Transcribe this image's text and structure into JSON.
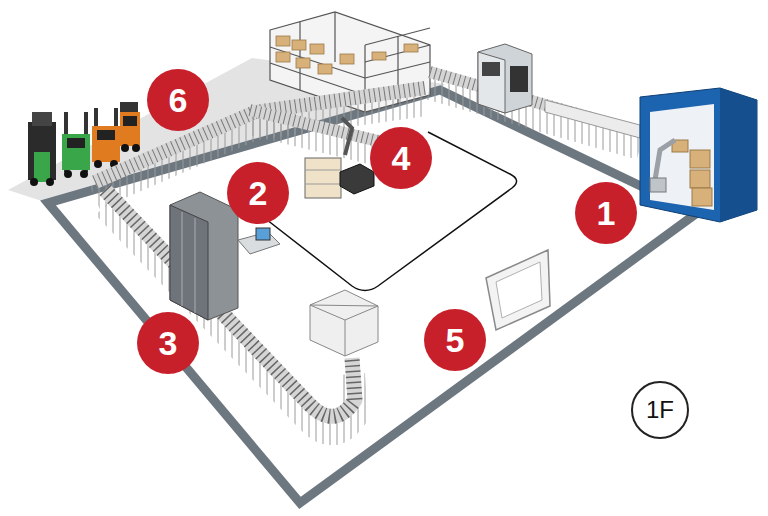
{
  "diagram": {
    "nodes": [
      {
        "text": [
          "1"
        ]
      },
      {
        "text": [
          "2"
        ]
      },
      {
        "text": [
          "3"
        ]
      },
      {
        "text": [
          "4"
        ]
      },
      {
        "text": [
          "5"
        ]
      },
      {
        "text": [
          "6"
        ]
      },
      {
        "text": [
          "1F"
        ]
      }
    ]
  }
}
